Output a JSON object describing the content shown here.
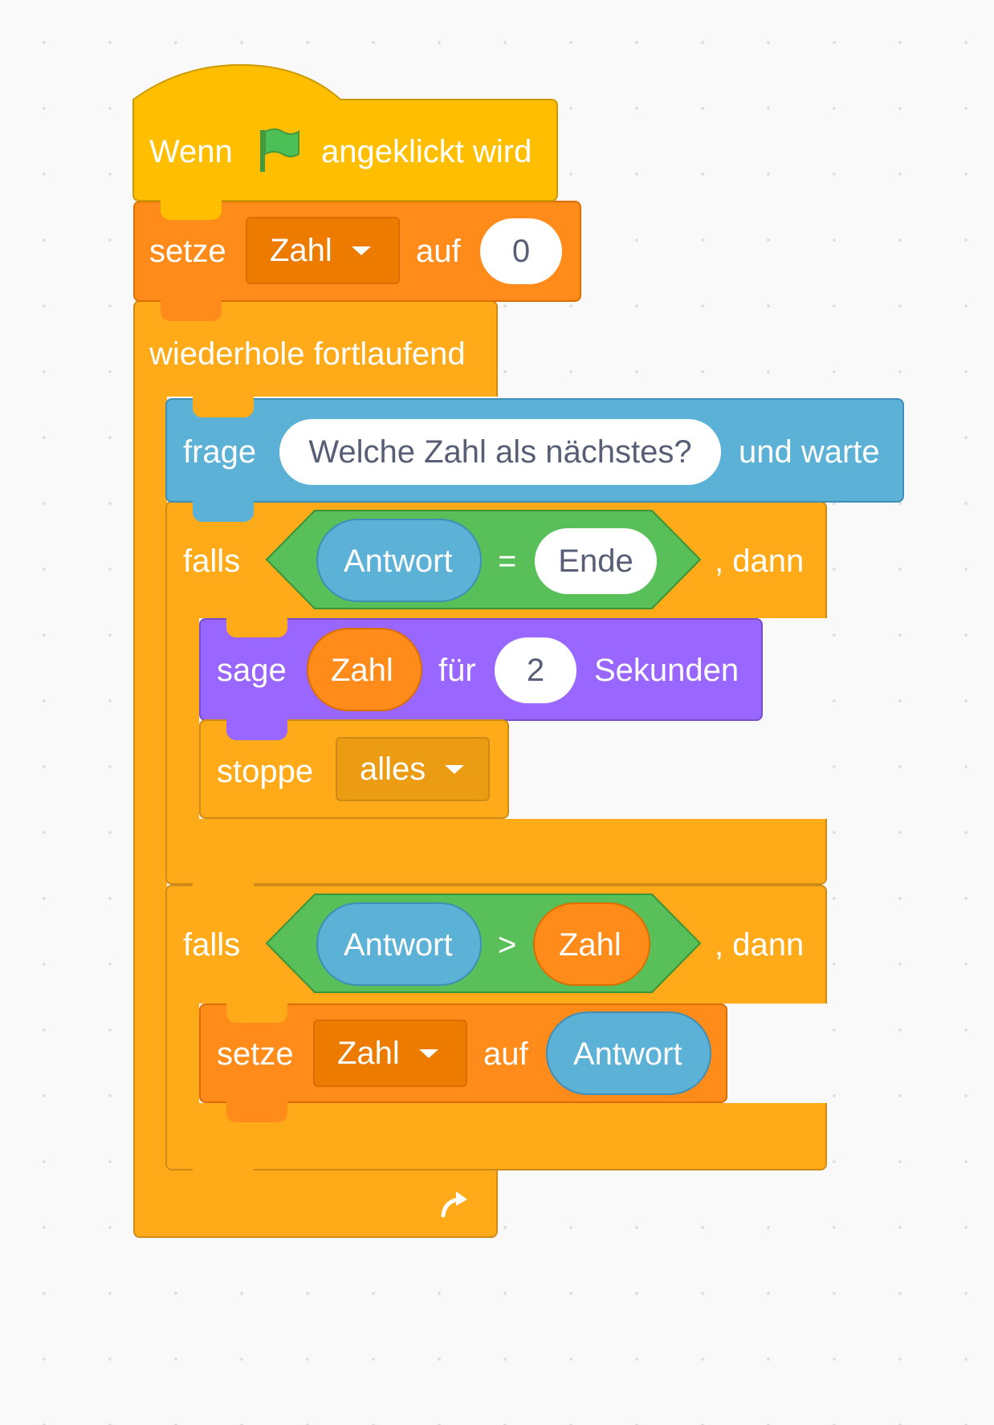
{
  "script": {
    "hat": {
      "prefix": "Wenn",
      "flag_icon": "green-flag-icon",
      "suffix": "angeklickt wird"
    },
    "set_start": {
      "label": "setze",
      "variable": "Zahl",
      "to": "auf",
      "value": "0"
    },
    "forever": {
      "label": "wiederhole fortlaufend",
      "loop_icon": "loop-arrow-icon"
    },
    "ask": {
      "label": "frage",
      "question": "Welche Zahl als nächstes?",
      "suffix": "und warte"
    },
    "if1": {
      "label": "falls",
      "then": ", dann",
      "condition": {
        "left": "Antwort",
        "operator": "=",
        "right": "Ende"
      },
      "say": {
        "label": "sage",
        "variable": "Zahl",
        "for": "für",
        "seconds": "2",
        "unit": "Sekunden"
      },
      "stop": {
        "label": "stoppe",
        "option": "alles"
      }
    },
    "if2": {
      "label": "falls",
      "then": ", dann",
      "condition": {
        "left": "Antwort",
        "operator": ">",
        "right": "Zahl"
      },
      "set": {
        "label": "setze",
        "variable": "Zahl",
        "to": "auf",
        "value": "Antwort"
      }
    }
  },
  "colors": {
    "events": "#ffbf00",
    "variables": "#ff8c1a",
    "control": "#ffab19",
    "sensing": "#5cb1d6",
    "operators": "#59c059",
    "looks": "#9966ff",
    "flag": "#4cbf56"
  }
}
